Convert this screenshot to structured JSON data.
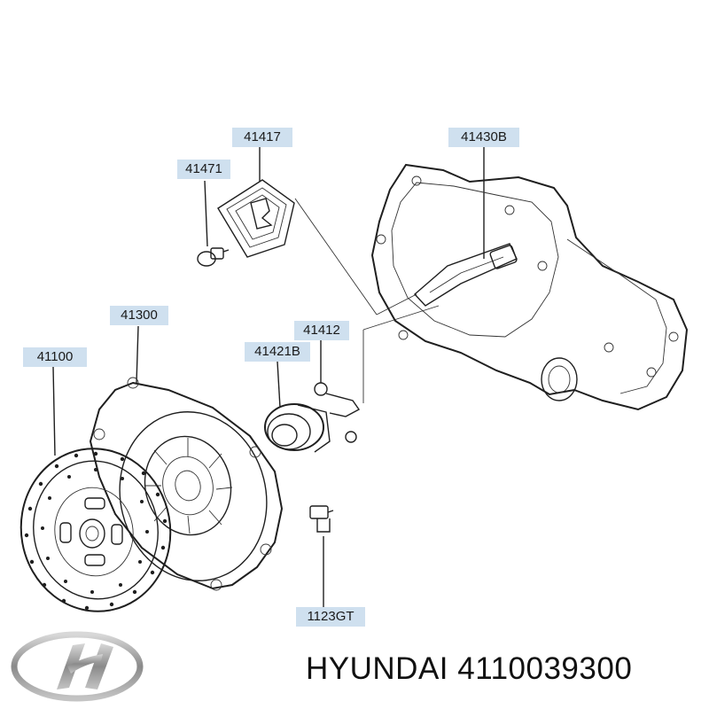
{
  "part_labels": {
    "p41417": "41417",
    "p41471": "41471",
    "p41430B": "41430B",
    "p41300": "41300",
    "p41100": "41100",
    "p41412": "41412",
    "p41421B": "41421B",
    "p1123GT": "1123GT"
  },
  "caption": "HYUNDAI 4110039300",
  "colors": {
    "label_background": "#cfe0ef",
    "line": "#1f1f1f"
  },
  "icons": {
    "brand": "hyundai-logo-icon"
  }
}
